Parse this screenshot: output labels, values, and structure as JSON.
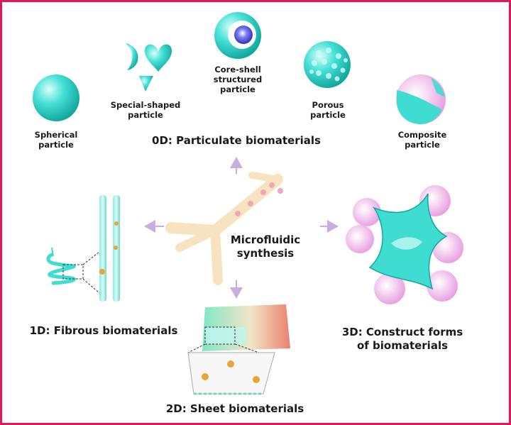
{
  "center": {
    "line1": "Microfluidic",
    "line2": "synthesis"
  },
  "zero_d": {
    "title": "0D: Particulate biomaterials",
    "particles": [
      {
        "line1": "Spherical",
        "line2": "particle"
      },
      {
        "line1": "Special-shaped",
        "line2": "particle"
      },
      {
        "line1": "Core-shell",
        "line2": "structured",
        "line3": "particle"
      },
      {
        "line1": "Porous",
        "line2": "particle"
      },
      {
        "line1": "Composite",
        "line2": "particle"
      }
    ]
  },
  "one_d": {
    "title": "1D: Fibrous biomaterials"
  },
  "two_d": {
    "title": "2D: Sheet biomaterials"
  },
  "three_d": {
    "line1": "3D: Construct forms",
    "line2": "of biomaterials"
  },
  "colors": {
    "border": "#e0175a",
    "cyan": "#37d9cf",
    "pink": "#f1b3e8",
    "arrow": "#c8aee0"
  }
}
